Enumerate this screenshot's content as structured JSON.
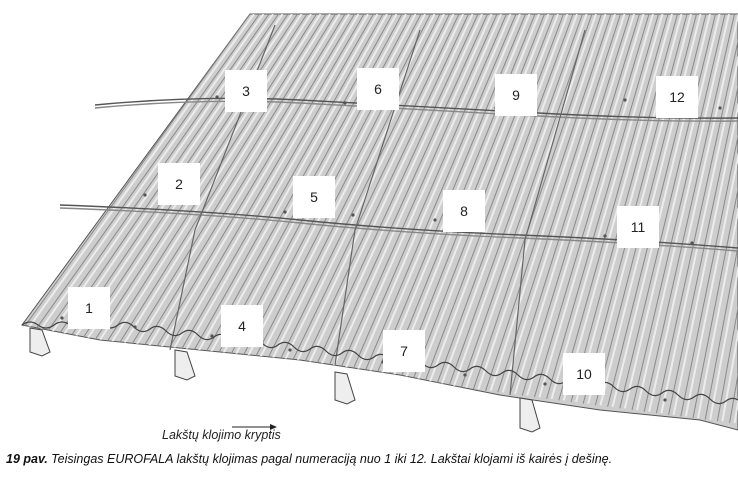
{
  "figure": {
    "sheet_labels": [
      "1",
      "2",
      "3",
      "4",
      "5",
      "6",
      "7",
      "8",
      "9",
      "10",
      "11",
      "12"
    ],
    "direction_label": "Lakštų klojimo kryptis",
    "caption_bold": "19 pav.",
    "caption_text": " Teisingas EUROFALA lakštų klojimas pagal numeraciją nuo 1 iki 12. Lakštai klojami iš kairės į dešinę.",
    "colors": {
      "roof": "#c9c9c9",
      "rib_dark": "#8a8a8a",
      "rib_light": "#e4e4e4",
      "outline": "#555555"
    }
  }
}
